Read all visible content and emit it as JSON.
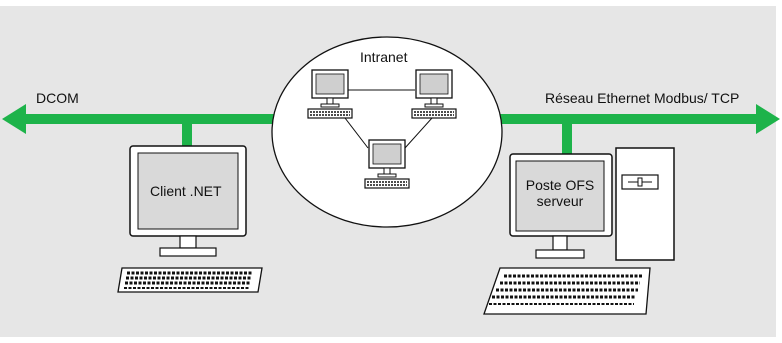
{
  "labels": {
    "dcom": "DCOM",
    "intranet": "Intranet",
    "ethernet": "Réseau Ethernet Modbus/ TCP",
    "client": "Client .NET",
    "server_line1": "Poste OFS",
    "server_line2": "serveur"
  },
  "colors": {
    "background": "#e6e6e6",
    "network_bus": "#1db34a",
    "screen_fill": "#d9d9d9",
    "outline": "#111111"
  },
  "icons": {
    "bus": "double-arrow-network-line",
    "computers": [
      "desktop-computer-icon",
      "desktop-computer-icon",
      "desktop-computer-icon",
      "monitor-keyboard-icon",
      "tower-workstation-icon"
    ]
  }
}
